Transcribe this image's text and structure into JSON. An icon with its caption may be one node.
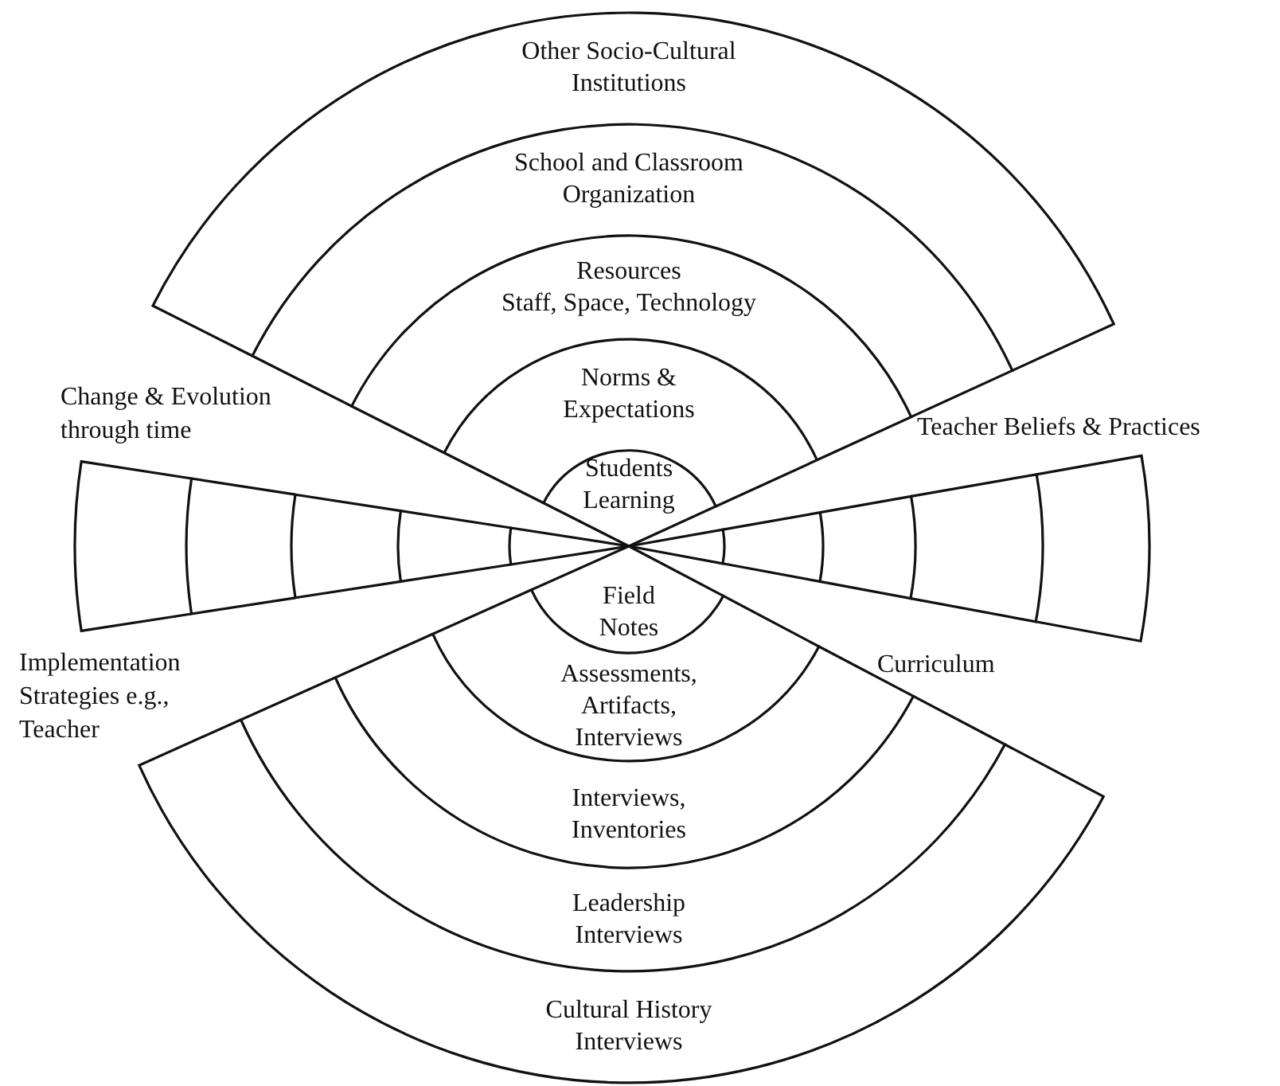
{
  "diagram": {
    "nodes": [
      {
        "text": [
          "Other Socio-Cultural Institutions"
        ]
      },
      {
        "text": [
          "School and Classroom Organization"
        ]
      },
      {
        "text": [
          "Resources",
          "Staff, Space, Technology"
        ]
      },
      {
        "text": [
          "Norms & Expectations"
        ]
      },
      {
        "text": [
          "Students Learning"
        ]
      },
      {
        "text": [
          "Field Notes"
        ]
      },
      {
        "text": [
          "Assessments, Artifacts, Interviews"
        ]
      },
      {
        "text": [
          "Interviews, Inventories"
        ]
      },
      {
        "text": [
          "Leadership Interviews"
        ]
      },
      {
        "text": [
          "Cultural History Interviews"
        ]
      }
    ],
    "labels": [
      "Change & Evolution through time",
      "Teacher Beliefs & Practices",
      "Implementation Strategies e.g., Teacher",
      "Curriculum"
    ]
  }
}
